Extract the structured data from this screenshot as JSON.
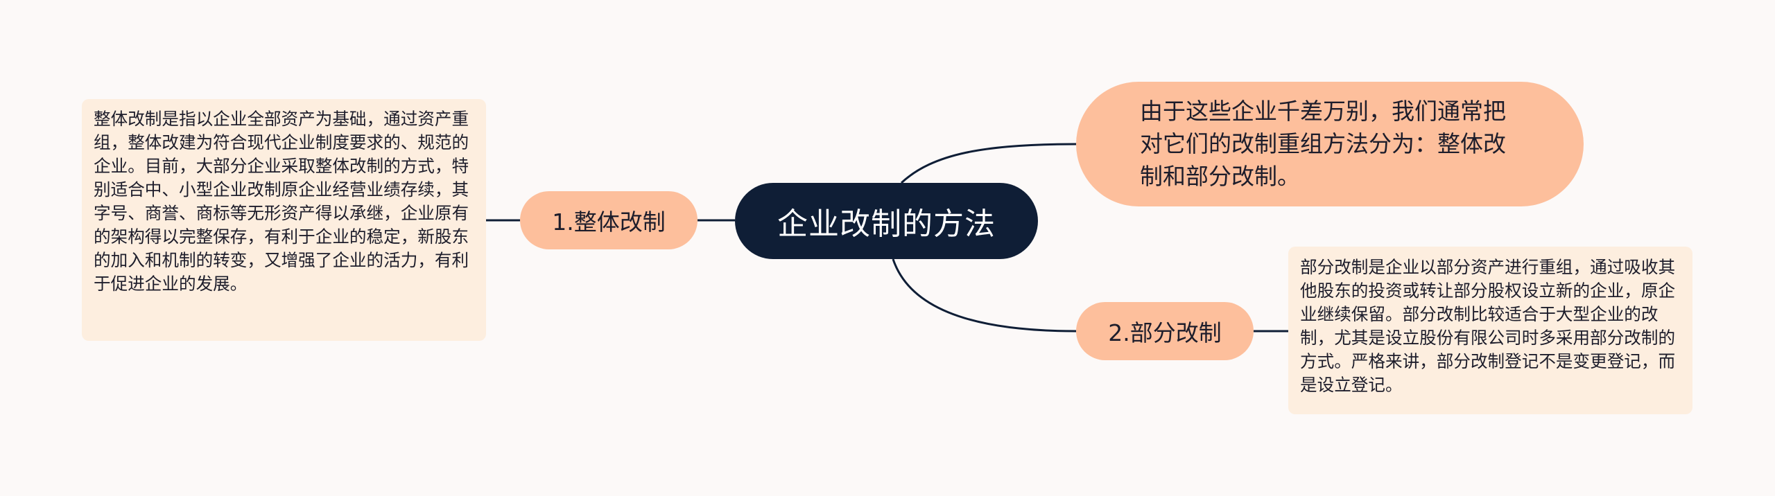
{
  "mindmap": {
    "root": {
      "label": "企业改制的方法"
    },
    "intro": {
      "text": "由于这些企业千差万别，我们通常把对它们的改制重组方法分为：整体改制和部分改制。"
    },
    "branches": [
      {
        "label": "1.整体改制",
        "detail": "整体改制是指以企业全部资产为基础，通过资产重组，整体改建为符合现代企业制度要求的、规范的企业。目前，大部分企业采取整体改制的方式，特别适合中、小型企业改制原企业经营业绩存续，其字号、商誉、商标等无形资产得以承继，企业原有的架构得以完整保存，有利于企业的稳定，新股东的加入和机制的转变，又增强了企业的活力，有利于促进企业的发展。"
      },
      {
        "label": "2.部分改制",
        "detail": "部分改制是企业以部分资产进行重组，通过吸收其他股东的投资或转让部分股权设立新的企业，原企业继续保留。部分改制比较适合于大型企业的改制，尤其是设立股份有限公司时多采用部分改制的方式。严格来讲，部分改制登记不是变更登记，而是设立登记。"
      }
    ]
  },
  "colors": {
    "background": "#fcf9f8",
    "root_fill": "#0f1e36",
    "branch_fill": "#fdbf9c",
    "leaf_fill": "#fdeedf",
    "connector": "#0f1e36"
  }
}
